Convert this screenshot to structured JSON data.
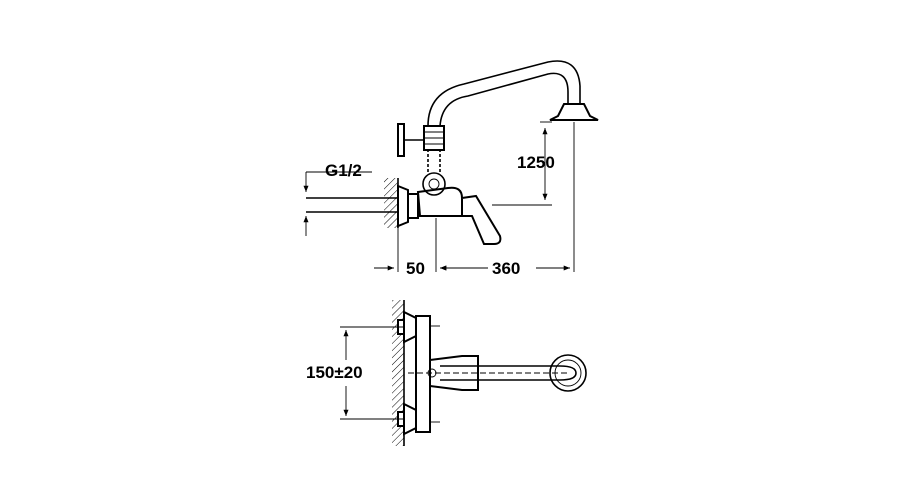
{
  "dimensions": {
    "thread": "G1/2",
    "height": "1250",
    "wall_offset": "50",
    "reach": "360",
    "inlet_spacing": "150±20"
  }
}
